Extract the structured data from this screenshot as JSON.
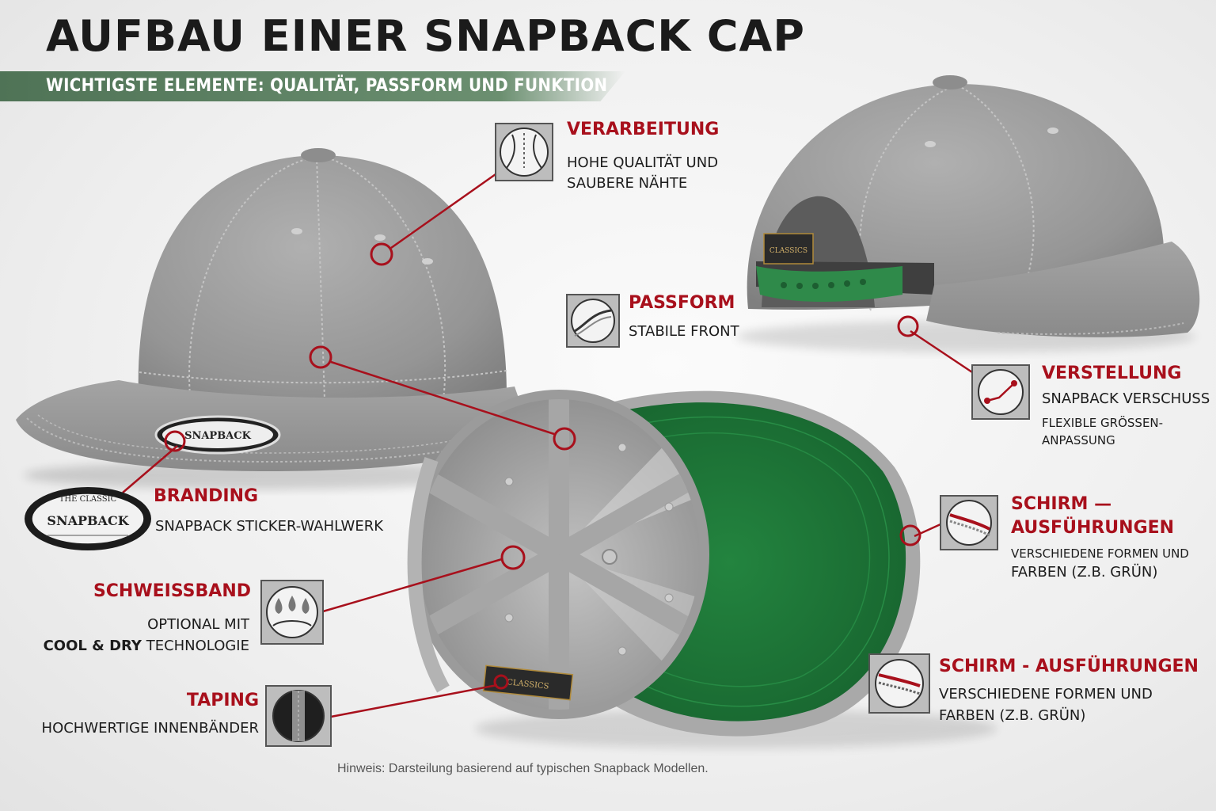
{
  "header": {
    "title": "AUFBAU EINER SNAPBACK CAP",
    "subtitle": "WICHTIGSTE ELEMENTE: QUALITÄT, PASSFORM UND FUNKTION"
  },
  "colors": {
    "accent_red": "#a8101c",
    "subtitle_green": "#5c7f62",
    "undervisor_green": "#1f7a3c",
    "strap_green": "#2f8a4a",
    "cap_grey": "#9a9a9a"
  },
  "callouts": {
    "verarbeitung": {
      "title": "VERARBEITUNG",
      "line1": "HOHE QUALITÄT UND",
      "line2": "SAUBERE NÄHTE",
      "icon": "stitching-icon"
    },
    "passform": {
      "title": "PASSFORM",
      "desc": "STABILE FRONT",
      "icon": "crown-curve-icon"
    },
    "verstellung": {
      "title": "VERSTELLUNG",
      "desc": "SNAPBACK VERSCHUSS",
      "small1": "FLEXIBLE GRÖSSEN-",
      "small2": "ANPASSUNG",
      "icon": "adjust-curve-icon"
    },
    "branding": {
      "title": "BRANDING",
      "desc": "SNAPBACK STICKER-WAHLWERK",
      "sticker_top": "THE CLASSIC",
      "sticker_main": "SNAPBACK"
    },
    "schirm1": {
      "title1": "SCHIRM —",
      "title2": "AUSFÜHRUNGEN",
      "line1": "VERSCHIEDENE FORMEN UND",
      "line2": "FARBEN (Z.B. GRÜN)",
      "icon": "visor-edge-icon"
    },
    "schweissband": {
      "title": "SCHWEISSBAND",
      "line1": "OPTIONAL MIT",
      "line2_bold": "COOL & DRY",
      "line2_rest": "TECHNOLOGIE",
      "icon": "sweat-drops-icon"
    },
    "schirm2": {
      "title": "SCHIRM - AUSFÜHRUNGEN",
      "line1": "VERSCHIEDENE FORMEN UND",
      "line2": "FARBEN (Z.B. GRÜN)",
      "icon": "visor-stitch-icon"
    },
    "taping": {
      "title": "TAPING",
      "desc": "HOCHWERTIGE INNENBÄNDER",
      "icon": "tape-band-icon"
    }
  },
  "cap_labels": {
    "front_patch": "SNAPBACK",
    "back_patch": "CLASSICS",
    "inner_label": "CLASSICS"
  },
  "footer": {
    "note": "Hinweis: Darsteilung basierend auf typischen Snapback Modellen."
  }
}
